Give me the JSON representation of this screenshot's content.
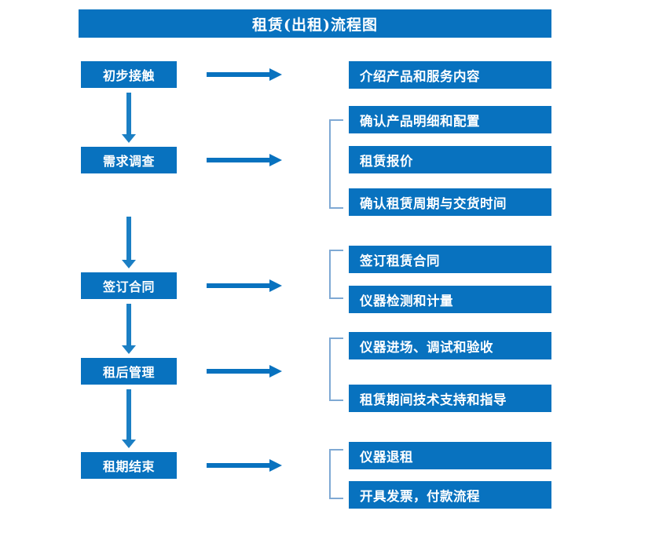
{
  "diagram": {
    "title": "租赁(出租)流程图",
    "accent_color": "#0872BF",
    "bracket_color": "#7FA9D4",
    "background_color": "#FFFFFF"
  },
  "stages": [
    {
      "id": "stage-1",
      "label": "初步接触"
    },
    {
      "id": "stage-2",
      "label": "需求调查"
    },
    {
      "id": "stage-3",
      "label": "签订合同"
    },
    {
      "id": "stage-4",
      "label": "租后管理"
    },
    {
      "id": "stage-5",
      "label": "租期结束"
    }
  ],
  "details": [
    {
      "id": "detail-1-1",
      "label": "介绍产品和服务内容",
      "stage": "stage-1"
    },
    {
      "id": "detail-2-1",
      "label": "确认产品明细和配置",
      "stage": "stage-2"
    },
    {
      "id": "detail-2-2",
      "label": "租赁报价",
      "stage": "stage-2"
    },
    {
      "id": "detail-2-3",
      "label": "确认租赁周期与交货时间",
      "stage": "stage-2"
    },
    {
      "id": "detail-3-1",
      "label": "签订租赁合同",
      "stage": "stage-3"
    },
    {
      "id": "detail-3-2",
      "label": "仪器检测和计量",
      "stage": "stage-3"
    },
    {
      "id": "detail-4-1",
      "label": "仪器进场、调试和验收",
      "stage": "stage-4"
    },
    {
      "id": "detail-4-2",
      "label": "租赁期间技术支持和指导",
      "stage": "stage-4"
    },
    {
      "id": "detail-5-1",
      "label": "仪器退租",
      "stage": "stage-5"
    },
    {
      "id": "detail-5-2",
      "label": "开具发票，付款流程",
      "stage": "stage-5"
    }
  ],
  "chart_data": {
    "type": "diagram",
    "title": "租赁(出租)流程图",
    "flow_direction": "top-to-bottom",
    "nodes": [
      {
        "level": "stage",
        "label": "初步接触",
        "children": [
          "介绍产品和服务内容"
        ]
      },
      {
        "level": "stage",
        "label": "需求调查",
        "children": [
          "确认产品明细和配置",
          "租赁报价",
          "确认租赁周期与交货时间"
        ]
      },
      {
        "level": "stage",
        "label": "签订合同",
        "children": [
          "签订租赁合同",
          "仪器检测和计量"
        ]
      },
      {
        "level": "stage",
        "label": "租后管理",
        "children": [
          "仪器进场、调试和验收",
          "租赁期间技术支持和指导"
        ]
      },
      {
        "level": "stage",
        "label": "租期结束",
        "children": [
          "仪器退租",
          "开具发票，付款流程"
        ]
      }
    ]
  }
}
